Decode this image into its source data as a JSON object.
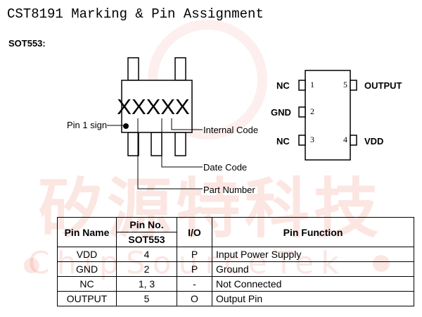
{
  "title": "CST8191 Marking & Pin Assignment",
  "package_label": "SOT553:",
  "watermark": {
    "chinese": "矽源特科技",
    "english": "ChipSourceTek"
  },
  "marking": {
    "code": "XXXXX",
    "pin1_sign": "Pin 1 sign",
    "internal_code": "Internal Code",
    "date_code": "Date Code",
    "part_number": "Part Number"
  },
  "pinout": {
    "left": [
      {
        "num": "1",
        "name": "NC"
      },
      {
        "num": "2",
        "name": "GND"
      },
      {
        "num": "3",
        "name": "NC"
      }
    ],
    "right": [
      {
        "num": "5",
        "name": "OUTPUT"
      },
      {
        "num": "4",
        "name": "VDD"
      }
    ]
  },
  "table": {
    "headers": {
      "pin_name": "Pin Name",
      "pin_no": "Pin No.",
      "pkg": "SOT553",
      "io": "I/O",
      "function": "Pin Function"
    },
    "rows": [
      {
        "name": "VDD",
        "no": "4",
        "io": "P",
        "fn": "Input Power Supply"
      },
      {
        "name": "GND",
        "no": "2",
        "io": "P",
        "fn": "Ground"
      },
      {
        "name": "NC",
        "no": "1, 3",
        "io": "-",
        "fn": "Not Connected"
      },
      {
        "name": "OUTPUT",
        "no": "5",
        "io": "O",
        "fn": "Output Pin"
      }
    ]
  }
}
